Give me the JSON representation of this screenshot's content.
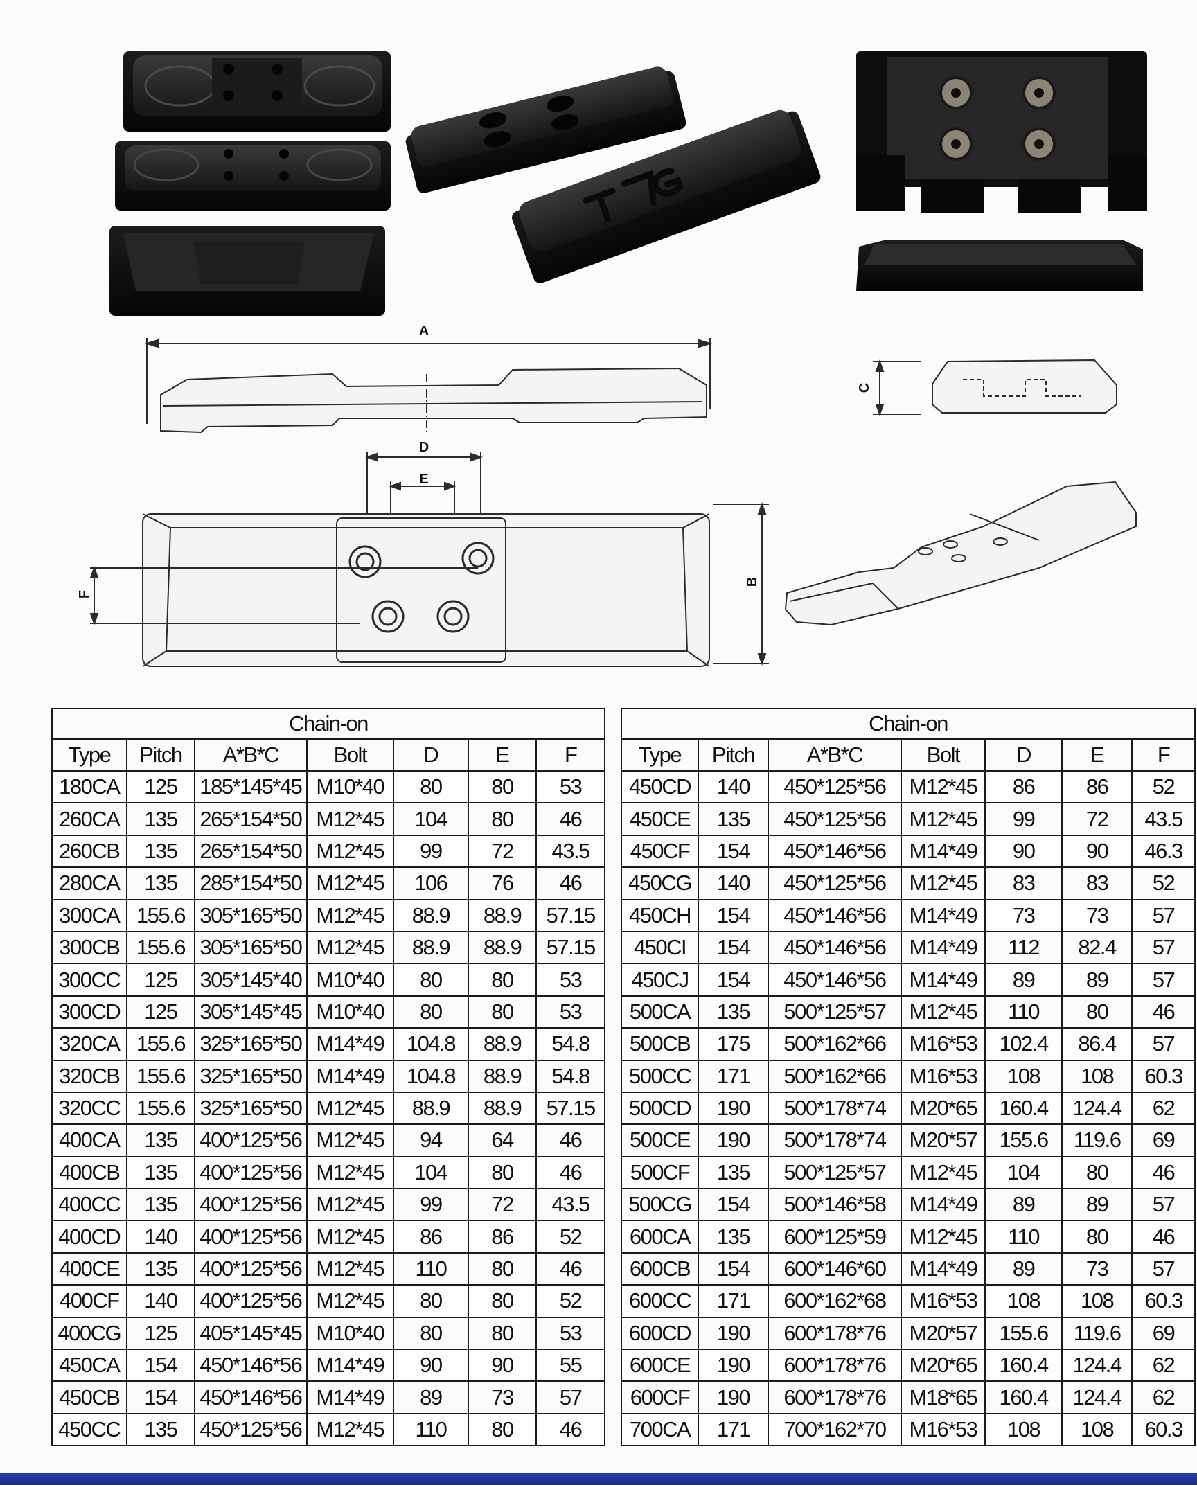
{
  "diagram_labels": {
    "a": "A",
    "b": "B",
    "c": "C",
    "d": "D",
    "e": "E",
    "f": "F"
  },
  "left_table": {
    "title": "Chain-on",
    "headers": [
      "Type",
      "Pitch",
      "A*B*C",
      "Bolt",
      "D",
      "E",
      "F"
    ],
    "rows": [
      [
        "180CA",
        "125",
        "185*145*45",
        "M10*40",
        "80",
        "80",
        "53"
      ],
      [
        "260CA",
        "135",
        "265*154*50",
        "M12*45",
        "104",
        "80",
        "46"
      ],
      [
        "260CB",
        "135",
        "265*154*50",
        "M12*45",
        "99",
        "72",
        "43.5"
      ],
      [
        "280CA",
        "135",
        "285*154*50",
        "M12*45",
        "106",
        "76",
        "46"
      ],
      [
        "300CA",
        "155.6",
        "305*165*50",
        "M12*45",
        "88.9",
        "88.9",
        "57.15"
      ],
      [
        "300CB",
        "155.6",
        "305*165*50",
        "M12*45",
        "88.9",
        "88.9",
        "57.15"
      ],
      [
        "300CC",
        "125",
        "305*145*40",
        "M10*40",
        "80",
        "80",
        "53"
      ],
      [
        "300CD",
        "125",
        "305*145*45",
        "M10*40",
        "80",
        "80",
        "53"
      ],
      [
        "320CA",
        "155.6",
        "325*165*50",
        "M14*49",
        "104.8",
        "88.9",
        "54.8"
      ],
      [
        "320CB",
        "155.6",
        "325*165*50",
        "M14*49",
        "104.8",
        "88.9",
        "54.8"
      ],
      [
        "320CC",
        "155.6",
        "325*165*50",
        "M12*45",
        "88.9",
        "88.9",
        "57.15"
      ],
      [
        "400CA",
        "135",
        "400*125*56",
        "M12*45",
        "94",
        "64",
        "46"
      ],
      [
        "400CB",
        "135",
        "400*125*56",
        "M12*45",
        "104",
        "80",
        "46"
      ],
      [
        "400CC",
        "135",
        "400*125*56",
        "M12*45",
        "99",
        "72",
        "43.5"
      ],
      [
        "400CD",
        "140",
        "400*125*56",
        "M12*45",
        "86",
        "86",
        "52"
      ],
      [
        "400CE",
        "135",
        "400*125*56",
        "M12*45",
        "110",
        "80",
        "46"
      ],
      [
        "400CF",
        "140",
        "400*125*56",
        "M12*45",
        "80",
        "80",
        "52"
      ],
      [
        "400CG",
        "125",
        "405*145*45",
        "M10*40",
        "80",
        "80",
        "53"
      ],
      [
        "450CA",
        "154",
        "450*146*56",
        "M14*49",
        "90",
        "90",
        "55"
      ],
      [
        "450CB",
        "154",
        "450*146*56",
        "M14*49",
        "89",
        "73",
        "57"
      ],
      [
        "450CC",
        "135",
        "450*125*56",
        "M12*45",
        "110",
        "80",
        "46"
      ]
    ]
  },
  "right_table": {
    "title": "Chain-on",
    "headers": [
      "Type",
      "Pitch",
      "A*B*C",
      "Bolt",
      "D",
      "E",
      "F"
    ],
    "rows": [
      [
        "450CD",
        "140",
        "450*125*56",
        "M12*45",
        "86",
        "86",
        "52"
      ],
      [
        "450CE",
        "135",
        "450*125*56",
        "M12*45",
        "99",
        "72",
        "43.5"
      ],
      [
        "450CF",
        "154",
        "450*146*56",
        "M14*49",
        "90",
        "90",
        "46.3"
      ],
      [
        "450CG",
        "140",
        "450*125*56",
        "M12*45",
        "83",
        "83",
        "52"
      ],
      [
        "450CH",
        "154",
        "450*146*56",
        "M14*49",
        "73",
        "73",
        "57"
      ],
      [
        "450CI",
        "154",
        "450*146*56",
        "M14*49",
        "112",
        "82.4",
        "57"
      ],
      [
        "450CJ",
        "154",
        "450*146*56",
        "M14*49",
        "89",
        "89",
        "57"
      ],
      [
        "500CA",
        "135",
        "500*125*57",
        "M12*45",
        "110",
        "80",
        "46"
      ],
      [
        "500CB",
        "175",
        "500*162*66",
        "M16*53",
        "102.4",
        "86.4",
        "57"
      ],
      [
        "500CC",
        "171",
        "500*162*66",
        "M16*53",
        "108",
        "108",
        "60.3"
      ],
      [
        "500CD",
        "190",
        "500*178*74",
        "M20*65",
        "160.4",
        "124.4",
        "62"
      ],
      [
        "500CE",
        "190",
        "500*178*74",
        "M20*57",
        "155.6",
        "119.6",
        "69"
      ],
      [
        "500CF",
        "135",
        "500*125*57",
        "M12*45",
        "104",
        "80",
        "46"
      ],
      [
        "500CG",
        "154",
        "500*146*58",
        "M14*49",
        "89",
        "89",
        "57"
      ],
      [
        "600CA",
        "135",
        "600*125*59",
        "M12*45",
        "110",
        "80",
        "46"
      ],
      [
        "600CB",
        "154",
        "600*146*60",
        "M14*49",
        "89",
        "73",
        "57"
      ],
      [
        "600CC",
        "171",
        "600*162*68",
        "M16*53",
        "108",
        "108",
        "60.3"
      ],
      [
        "600CD",
        "190",
        "600*178*76",
        "M20*57",
        "155.6",
        "119.6",
        "69"
      ],
      [
        "600CE",
        "190",
        "600*178*76",
        "M20*65",
        "160.4",
        "124.4",
        "62"
      ],
      [
        "600CF",
        "190",
        "600*178*76",
        "M18*65",
        "160.4",
        "124.4",
        "62"
      ],
      [
        "700CA",
        "171",
        "700*162*70",
        "M16*53",
        "108",
        "108",
        "60.3"
      ]
    ]
  }
}
